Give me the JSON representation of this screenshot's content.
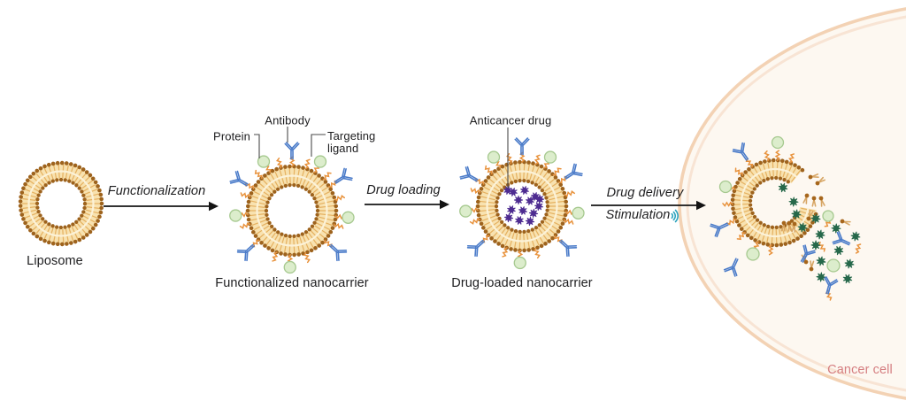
{
  "diagram": {
    "stages": [
      {
        "label": "Liposome"
      },
      {
        "label": "Functionalized nanocarrier"
      },
      {
        "label": "Drug-loaded nanocarrier"
      }
    ],
    "arrows": [
      {
        "label": "Functionalization"
      },
      {
        "label": "Drug loading"
      },
      {
        "label": "Drug delivery",
        "sublabel": "Stimulation"
      }
    ],
    "callouts": {
      "protein": "Protein",
      "antibody": "Antibody",
      "targeting_ligand": "Targeting ligand",
      "anticancer_drug": "Anticancer drug"
    },
    "cancer_cell": {
      "label": "Cancer cell"
    },
    "icons": {
      "stimulation": "sound-waves-icon"
    },
    "colors": {
      "membrane_dots": "#9e631d",
      "membrane_tails": "#e5b161",
      "membrane_band": "#f8e2b0",
      "membrane_midline": "#fcf2d8",
      "antibody_blue": "#4a7bc9",
      "protein_fill": "#dcedcc",
      "protein_border": "#a6c98f",
      "ligand_orange": "#e8923c",
      "drug_purple": "#4e2c91",
      "drug_released_green": "#26684a",
      "lipid_head": "#a6661c",
      "lipid_tail": "#d7a665",
      "cell_border_outer": "#f3d2b4",
      "cell_border_inner": "#f8e4d4",
      "cell_fill": "#fdf8f1",
      "cancer_label": "#d57e80",
      "stimulation_teal": "#2aa2bd",
      "arrow": "#141414",
      "leader_line": "#4a4a4a",
      "text": "#1d1d1f"
    }
  }
}
